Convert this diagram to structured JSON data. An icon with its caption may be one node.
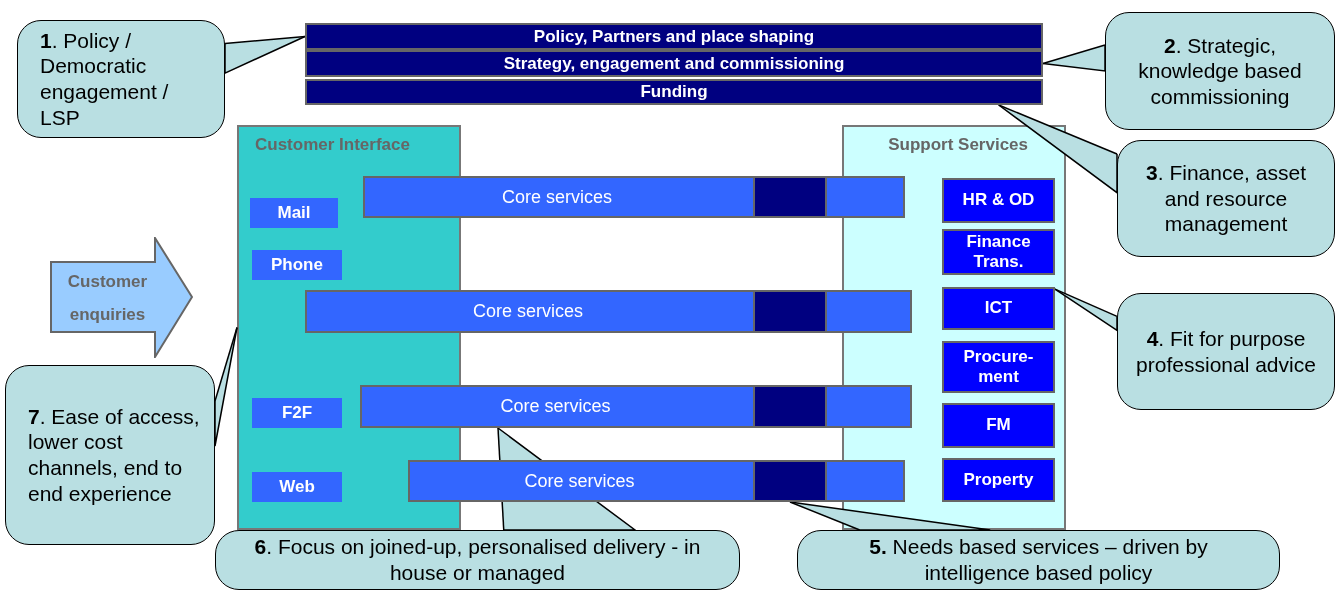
{
  "diagram": {
    "nodes": [
      {
        "text": [
          "**1**. Policy / Democratic engagement / LSP"
        ]
      },
      {
        "text": [
          "Policy, Partners and place shaping"
        ]
      },
      {
        "text": [
          "Strategy, engagement and commissioning"
        ]
      },
      {
        "text": [
          "Funding"
        ]
      },
      {
        "text": [
          "**2**. Strategic, knowledge based commissioning"
        ]
      },
      {
        "text": [
          "**3**. Finance, asset and resource management"
        ]
      },
      {
        "text": [
          "Customer Interface"
        ]
      },
      {
        "text": [
          "Mail"
        ],
        "in": 6
      },
      {
        "text": [
          "Phone"
        ],
        "in": 6
      },
      {
        "text": [
          "F2F"
        ],
        "in": 6
      },
      {
        "text": [
          "Web"
        ],
        "in": 6
      },
      {
        "text": [
          "Support Services"
        ]
      },
      {
        "text": [
          "HR & OD"
        ],
        "in": 11
      },
      {
        "text": [
          "Finance Trans."
        ],
        "in": 11
      },
      {
        "text": [
          "ICT"
        ],
        "in": 11
      },
      {
        "text": [
          "Procure- ment"
        ],
        "in": 11
      },
      {
        "text": [
          "FM"
        ],
        "in": 11
      },
      {
        "text": [
          "Property"
        ],
        "in": 11
      },
      {
        "text": [
          "Core services"
        ]
      },
      {
        "text": [],
        "shape": "box",
        "in": 18
      },
      {
        "text": [
          "Core services"
        ]
      },
      {
        "text": [],
        "shape": "box",
        "in": 20
      },
      {
        "text": [
          "Core services"
        ]
      },
      {
        "text": [],
        "shape": "box",
        "in": 22
      },
      {
        "text": [
          "Core services"
        ]
      },
      {
        "text": [],
        "shape": "box",
        "in": 24
      },
      {
        "text": [
          "Customer enquiries"
        ]
      },
      {
        "text": [
          "**4**. Fit for purpose professional advice"
        ]
      },
      {
        "text": [
          "**7**. Ease of access, lower cost channels, end to end experience"
        ]
      },
      {
        "text": [
          "**6**. Focus on joined-up, personalised delivery - in house or managed"
        ]
      },
      {
        "text": [
          "**5.** Needs based services – driven by intelligence based policy"
        ]
      }
    ],
    "edges": [
      {
        "from": 0,
        "to": 1,
        "arrow": "none"
      },
      {
        "from": 4,
        "to": 2,
        "arrow": "none"
      },
      {
        "from": 5,
        "to": 3,
        "arrow": "none"
      },
      {
        "from": 27,
        "to": 14,
        "arrow": "none"
      },
      {
        "from": 30,
        "to": 25,
        "arrow": "none"
      },
      {
        "from": 29,
        "to": 22,
        "arrow": "none"
      },
      {
        "from": 28,
        "to": 6,
        "arrow": "none"
      }
    ]
  }
}
